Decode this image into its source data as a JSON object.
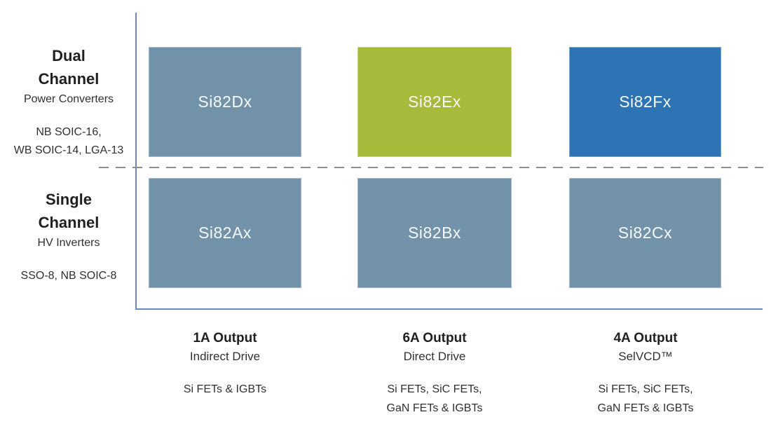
{
  "colors": {
    "slate": "#7192A8",
    "green": "#A7BA3C",
    "blue": "#2E74B5",
    "axis": "#6D87C4",
    "dash": "#8E8E8E"
  },
  "row_headers": [
    {
      "title": "Dual\nChannel",
      "subtitle": "Power Converters",
      "packages": "NB SOIC-16,\nWB SOIC-14, LGA-13"
    },
    {
      "title": "Single\nChannel",
      "subtitle": "HV Inverters",
      "packages": "SSO-8, NB SOIC-8"
    }
  ],
  "cells": [
    {
      "label": "Si82Dx",
      "color": "#7192A8"
    },
    {
      "label": "Si82Ex",
      "color": "#A7BA3C"
    },
    {
      "label": "Si82Fx",
      "color": "#2E74B5"
    },
    {
      "label": "Si82Ax",
      "color": "#7192A8"
    },
    {
      "label": "Si82Bx",
      "color": "#7192A8"
    },
    {
      "label": "Si82Cx",
      "color": "#7192A8"
    }
  ],
  "column_footers": [
    {
      "output": "1A Output",
      "drive": "Indirect Drive",
      "devices": "Si FETs & IGBTs"
    },
    {
      "output": "6A Output",
      "drive": "Direct Drive",
      "devices": "Si FETs, SiC FETs,\nGaN FETs & IGBTs"
    },
    {
      "output": "4A Output",
      "drive": "SelVCD™",
      "devices": "Si FETs, SiC FETs,\nGaN FETs & IGBTs"
    }
  ]
}
